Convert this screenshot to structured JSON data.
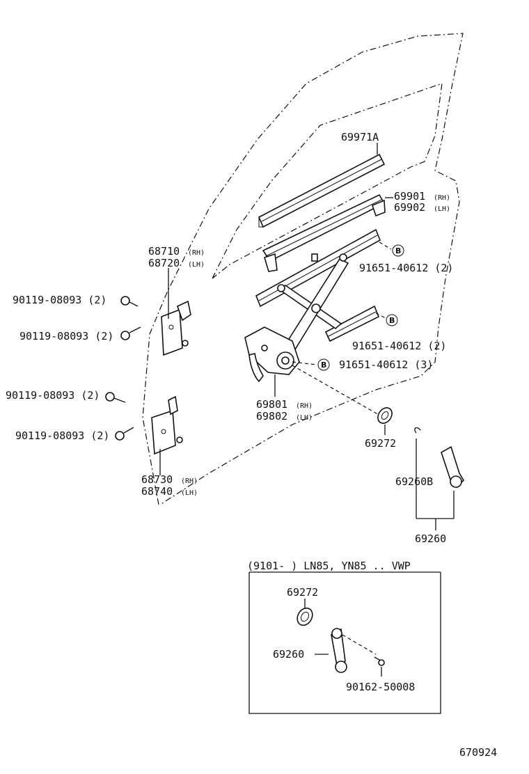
{
  "diagram_id": "670924",
  "parts": {
    "p69971a": "69971A",
    "p69901": "69901",
    "p69901_side": "(RH)",
    "p69902": "69902",
    "p69902_side": "(LH)",
    "p68710": "68710",
    "p68710_side": "(RH)",
    "p68720": "68720",
    "p68720_side": "(LH)",
    "bolt1": "90119-08093 (2)",
    "bolt2": "90119-08093 (2)",
    "bolt3": "90119-08093 (2)",
    "bolt4": "90119-08093 (2)",
    "screw_b1": "91651-40612 (2)",
    "screw_b2": "91651-40612 (2)",
    "screw_b3": "91651-40612 (3)",
    "callout_b": "B",
    "p69801": "69801",
    "p69801_side": "(RH)",
    "p69802": "69802",
    "p69802_side": "(LH)",
    "p69272": "69272",
    "p68730": "68730",
    "p68730_side": "(RH)",
    "p68740": "68740",
    "p68740_side": "(LH)",
    "p69260b": "69260B",
    "p69260": "69260"
  },
  "inset": {
    "title": "(9101-        ) LN85, YN85 .. VWP",
    "p69272": "69272",
    "p69260": "69260",
    "p90162": "90162-50008"
  }
}
